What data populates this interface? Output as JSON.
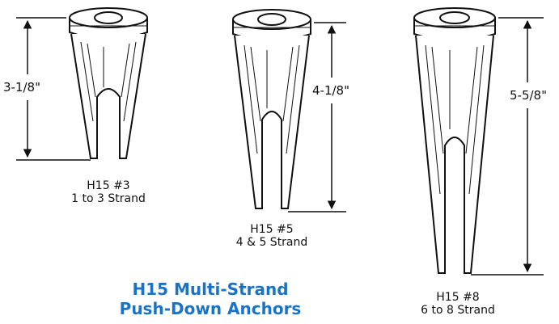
{
  "colors": {
    "title": "#1a73c4",
    "ink": "#111111"
  },
  "anchors": [
    {
      "model": "H15 #3",
      "strand": "1 to 3 Strand",
      "dimension": "3-1/8\""
    },
    {
      "model": "H15 #5",
      "strand": "4 & 5 Strand",
      "dimension": "4-1/8\""
    },
    {
      "model": "H15 #8",
      "strand": "6 to 8 Strand",
      "dimension": "5-5/8\""
    }
  ],
  "title": {
    "line1": "H15 Multi-Strand",
    "line2": "Push-Down Anchors"
  }
}
